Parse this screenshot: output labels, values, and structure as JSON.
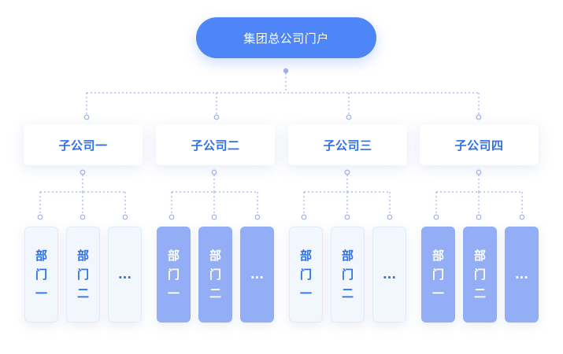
{
  "root": {
    "label": "集团总公司门户"
  },
  "colors": {
    "accent": "#4f86f7",
    "connector": "#9fb1e8",
    "dept_highlight": "#93aef5",
    "dept_light": "#f2f6fd"
  },
  "subsidiaries": [
    {
      "label": "子公司一",
      "depts": [
        "部门一",
        "部门二",
        "..."
      ],
      "style": "light"
    },
    {
      "label": "子公司二",
      "depts": [
        "部门一",
        "部门二",
        "..."
      ],
      "style": "blue"
    },
    {
      "label": "子公司三",
      "depts": [
        "部门一",
        "部门二",
        "..."
      ],
      "style": "light"
    },
    {
      "label": "子公司四",
      "depts": [
        "部门一",
        "部门二",
        "..."
      ],
      "style": "blue"
    }
  ]
}
